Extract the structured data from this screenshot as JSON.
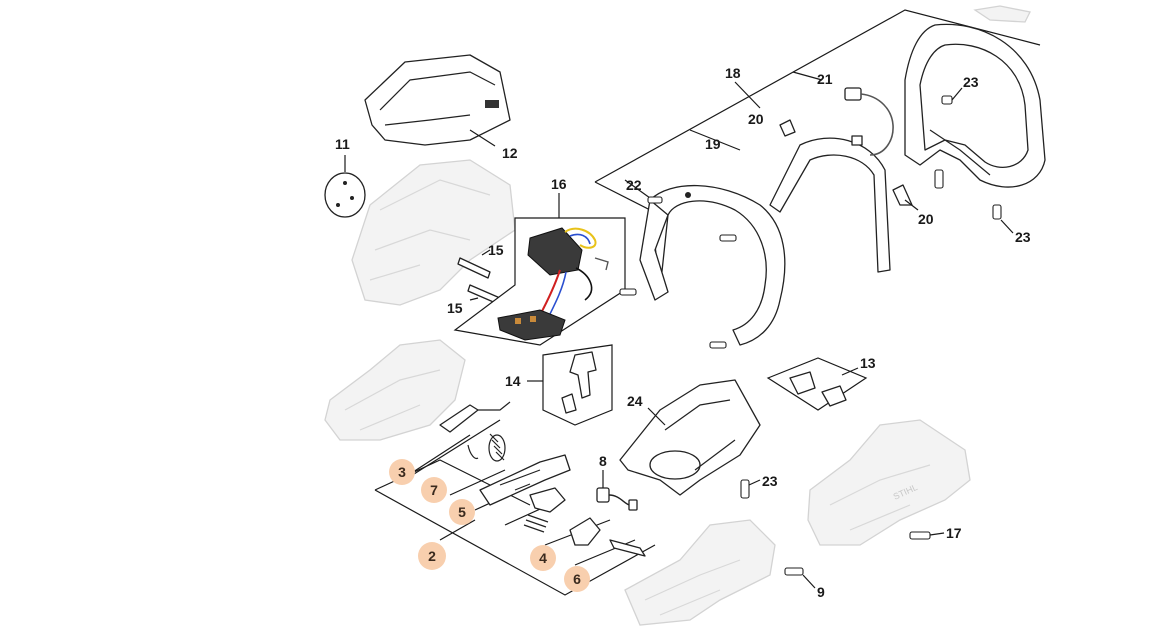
{
  "diagram": {
    "labels": {
      "p2": "2",
      "p3": "3",
      "p4": "4",
      "p5": "5",
      "p6": "6",
      "p7": "7",
      "p8": "8",
      "p9": "9",
      "p11": "11",
      "p12": "12",
      "p13": "13",
      "p14": "14",
      "p15a": "15",
      "p15b": "15",
      "p16": "16",
      "p17": "17",
      "p18": "18",
      "p19": "19",
      "p20a": "20",
      "p20b": "20",
      "p21": "21",
      "p22": "22",
      "p23a": "23",
      "p23b": "23",
      "p23c": "23",
      "p24": "24"
    },
    "colors": {
      "badge_fill": "#f8cfae",
      "selected_badge_fill": "#f8cfae",
      "selected_badge_ring": "#e8843c",
      "ghost_fill": "#f3f3f3",
      "wire_red": "#d02020",
      "wire_yellow": "#e8c21a",
      "wire_blue": "#2a4fd0"
    },
    "selected_part": "2"
  }
}
